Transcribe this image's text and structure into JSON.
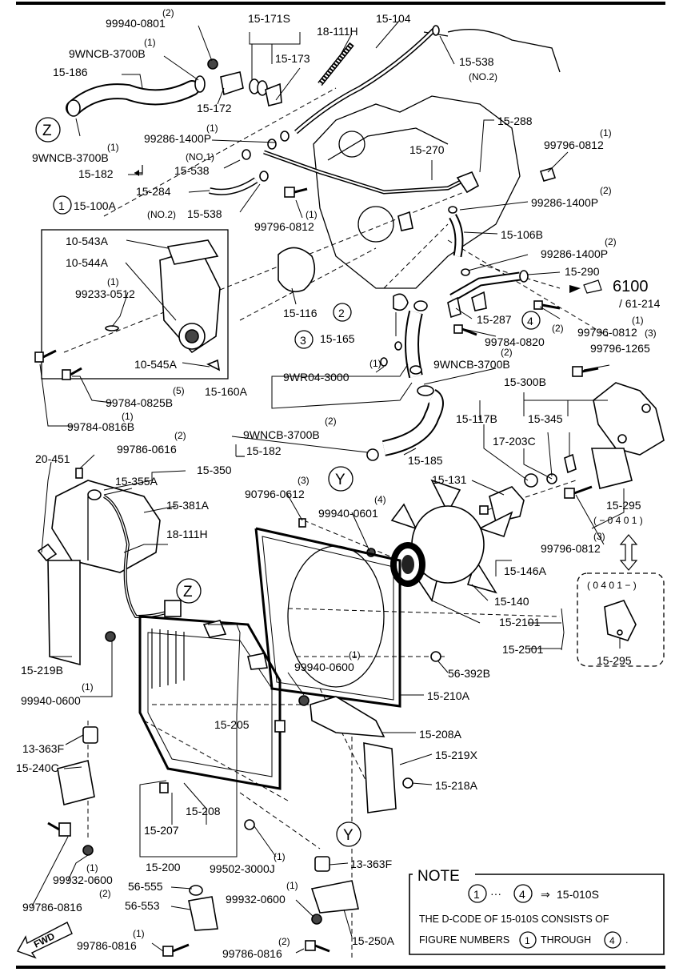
{
  "callouts": [
    {
      "id": "c1",
      "text": "99940-0801",
      "sup": "(2)"
    },
    {
      "id": "c2",
      "text": "9WNCB-3700B",
      "sup": "(1)"
    },
    {
      "id": "c3",
      "text": "15-186"
    },
    {
      "id": "c4",
      "text": "15-171S"
    },
    {
      "id": "c5",
      "text": "15-173"
    },
    {
      "id": "c6",
      "text": "15-172"
    },
    {
      "id": "c7",
      "text": "18-111H"
    },
    {
      "id": "c8",
      "text": "15-104"
    },
    {
      "id": "c9",
      "text": "15-538",
      "sub": "(NO.2)"
    },
    {
      "id": "c10",
      "text": "9WNCB-3700B",
      "sup": "(1)"
    },
    {
      "id": "c11",
      "text": "15-182"
    },
    {
      "id": "c12",
      "text": "99286-1400P",
      "sup": "(1)"
    },
    {
      "id": "c13",
      "text": "15-538",
      "pre": "(NO.1)"
    },
    {
      "id": "c14",
      "text": "15-284"
    },
    {
      "id": "c15",
      "text": "15-538",
      "pre": "(NO.2)"
    },
    {
      "id": "c16",
      "text": "99796-0812",
      "sup": "(1)"
    },
    {
      "id": "c17",
      "text": "15-288"
    },
    {
      "id": "c18",
      "text": "15-270"
    },
    {
      "id": "c19",
      "text": "99796-0812",
      "sup": "(1)"
    },
    {
      "id": "c20",
      "text": "99286-1400P",
      "sup": "(2)"
    },
    {
      "id": "c21",
      "text": "15-106B"
    },
    {
      "id": "c22",
      "text": "15-100A"
    },
    {
      "id": "c23",
      "text": "10-543A"
    },
    {
      "id": "c24",
      "text": "10-544A"
    },
    {
      "id": "c25",
      "text": "99233-0512",
      "sup": "(1)"
    },
    {
      "id": "c26",
      "text": "10-545A"
    },
    {
      "id": "c27",
      "text": "99784-0825B",
      "sup": "(5)"
    },
    {
      "id": "c28",
      "text": "99784-0816B",
      "sup": "(1)"
    },
    {
      "id": "c29",
      "text": "15-116"
    },
    {
      "id": "c30",
      "text": "15-165"
    },
    {
      "id": "c31",
      "text": "99286-1400P",
      "sup": "(2)"
    },
    {
      "id": "c32",
      "text": "15-290"
    },
    {
      "id": "c33",
      "text": "6100"
    },
    {
      "id": "c34",
      "text": "/ 61-214"
    },
    {
      "id": "c35",
      "text": "15-287"
    },
    {
      "id": "c36",
      "text": "99796-0812",
      "sup": "(1)"
    },
    {
      "id": "c37",
      "text": "99784-0820",
      "sup": "(2)"
    },
    {
      "id": "c38",
      "text": "99796-1265",
      "sup": "(3)"
    },
    {
      "id": "c39",
      "text": "9WNCB-3700B",
      "sup": "(2)"
    },
    {
      "id": "c40",
      "text": "9WR04-3000",
      "sup": "(1)"
    },
    {
      "id": "c41",
      "text": "15-160A"
    },
    {
      "id": "c42",
      "text": "15-300B"
    },
    {
      "id": "c43",
      "text": "15-117B"
    },
    {
      "id": "c44",
      "text": "15-345"
    },
    {
      "id": "c45",
      "text": "17-203C"
    },
    {
      "id": "c46",
      "text": "9WNCB-3700B",
      "sup": "(2)"
    },
    {
      "id": "c47",
      "text": "15-182"
    },
    {
      "id": "c48",
      "text": "15-185"
    },
    {
      "id": "c49",
      "text": "20-451"
    },
    {
      "id": "c50",
      "text": "99786-0616",
      "sup": "(2)"
    },
    {
      "id": "c51",
      "text": "15-350"
    },
    {
      "id": "c52",
      "text": "15-355A"
    },
    {
      "id": "c53",
      "text": "15-381A"
    },
    {
      "id": "c54",
      "text": "18-111H"
    },
    {
      "id": "c55",
      "text": "90796-0612",
      "sup": "(3)"
    },
    {
      "id": "c56",
      "text": "99940-0601",
      "sup": "(4)"
    },
    {
      "id": "c57",
      "text": "15-131"
    },
    {
      "id": "c58",
      "text": "15-295"
    },
    {
      "id": "c59",
      "text": "( − 0 4 0 1 )"
    },
    {
      "id": "c60",
      "text": "99796-0812",
      "sup": "(3)"
    },
    {
      "id": "c61",
      "text": "15-146A"
    },
    {
      "id": "c62",
      "text": "15-140"
    },
    {
      "id": "c63",
      "text": "15-2101"
    },
    {
      "id": "c64",
      "text": "15-2501"
    },
    {
      "id": "c65",
      "text": "15-219B"
    },
    {
      "id": "c66",
      "text": "99940-0600",
      "sup": "(1)"
    },
    {
      "id": "c67",
      "text": "99940-0600",
      "sup": "(1)"
    },
    {
      "id": "c68",
      "text": "56-392B"
    },
    {
      "id": "c69",
      "text": "15-210A"
    },
    {
      "id": "c70",
      "text": "15-205"
    },
    {
      "id": "c71",
      "text": "15-208A"
    },
    {
      "id": "c72",
      "text": "13-363F"
    },
    {
      "id": "c73",
      "text": "15-240C"
    },
    {
      "id": "c74",
      "text": "15-219X"
    },
    {
      "id": "c75",
      "text": "15-218A"
    },
    {
      "id": "c76",
      "text": "15-207"
    },
    {
      "id": "c77",
      "text": "15-208"
    },
    {
      "id": "c78",
      "text": "15-200"
    },
    {
      "id": "c79",
      "text": "99502-3000J",
      "sup": "(1)"
    },
    {
      "id": "c80",
      "text": "13-363F"
    },
    {
      "id": "c81",
      "text": "99932-0600",
      "sup": "(1)"
    },
    {
      "id": "c82",
      "text": "99786-0816",
      "sup": "(2)"
    },
    {
      "id": "c83",
      "text": "56-555"
    },
    {
      "id": "c84",
      "text": "56-553"
    },
    {
      "id": "c85",
      "text": "99932-0600",
      "sup": "(1)"
    },
    {
      "id": "c86",
      "text": "99786-0816",
      "sup": "(1)"
    },
    {
      "id": "c87",
      "text": "99786-0816",
      "sup": "(2)"
    },
    {
      "id": "c88",
      "text": "15-250A"
    },
    {
      "id": "c89",
      "text": "15-295"
    }
  ],
  "markers": {
    "Z": "Z",
    "Y": "Y",
    "n1": "1",
    "n2": "2",
    "n3": "3",
    "n4": "4"
  },
  "inset": {
    "range": "( 0 4 0 1 − )"
  },
  "note": {
    "title": "NOTE",
    "from": "1",
    "dots": "···",
    "to": "4",
    "arrow": "⇒",
    "ref": "15-010S",
    "line1": "THE D-CODE OF  15-010S  CONSISTS OF",
    "line2a": "FIGURE NUMBERS",
    "line2b": "THROUGH",
    "line2end": "."
  },
  "fwd": "FWD"
}
